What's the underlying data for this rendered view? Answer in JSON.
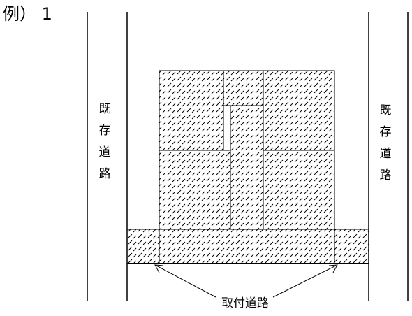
{
  "example": {
    "label": "例） 1"
  },
  "labels": {
    "existing_road_left": "既\n存\n道\n路",
    "existing_road_right": "既\n存\n道\n路",
    "access_road": "取付道路"
  },
  "colors": {
    "line": "#000000",
    "background": "#ffffff"
  }
}
